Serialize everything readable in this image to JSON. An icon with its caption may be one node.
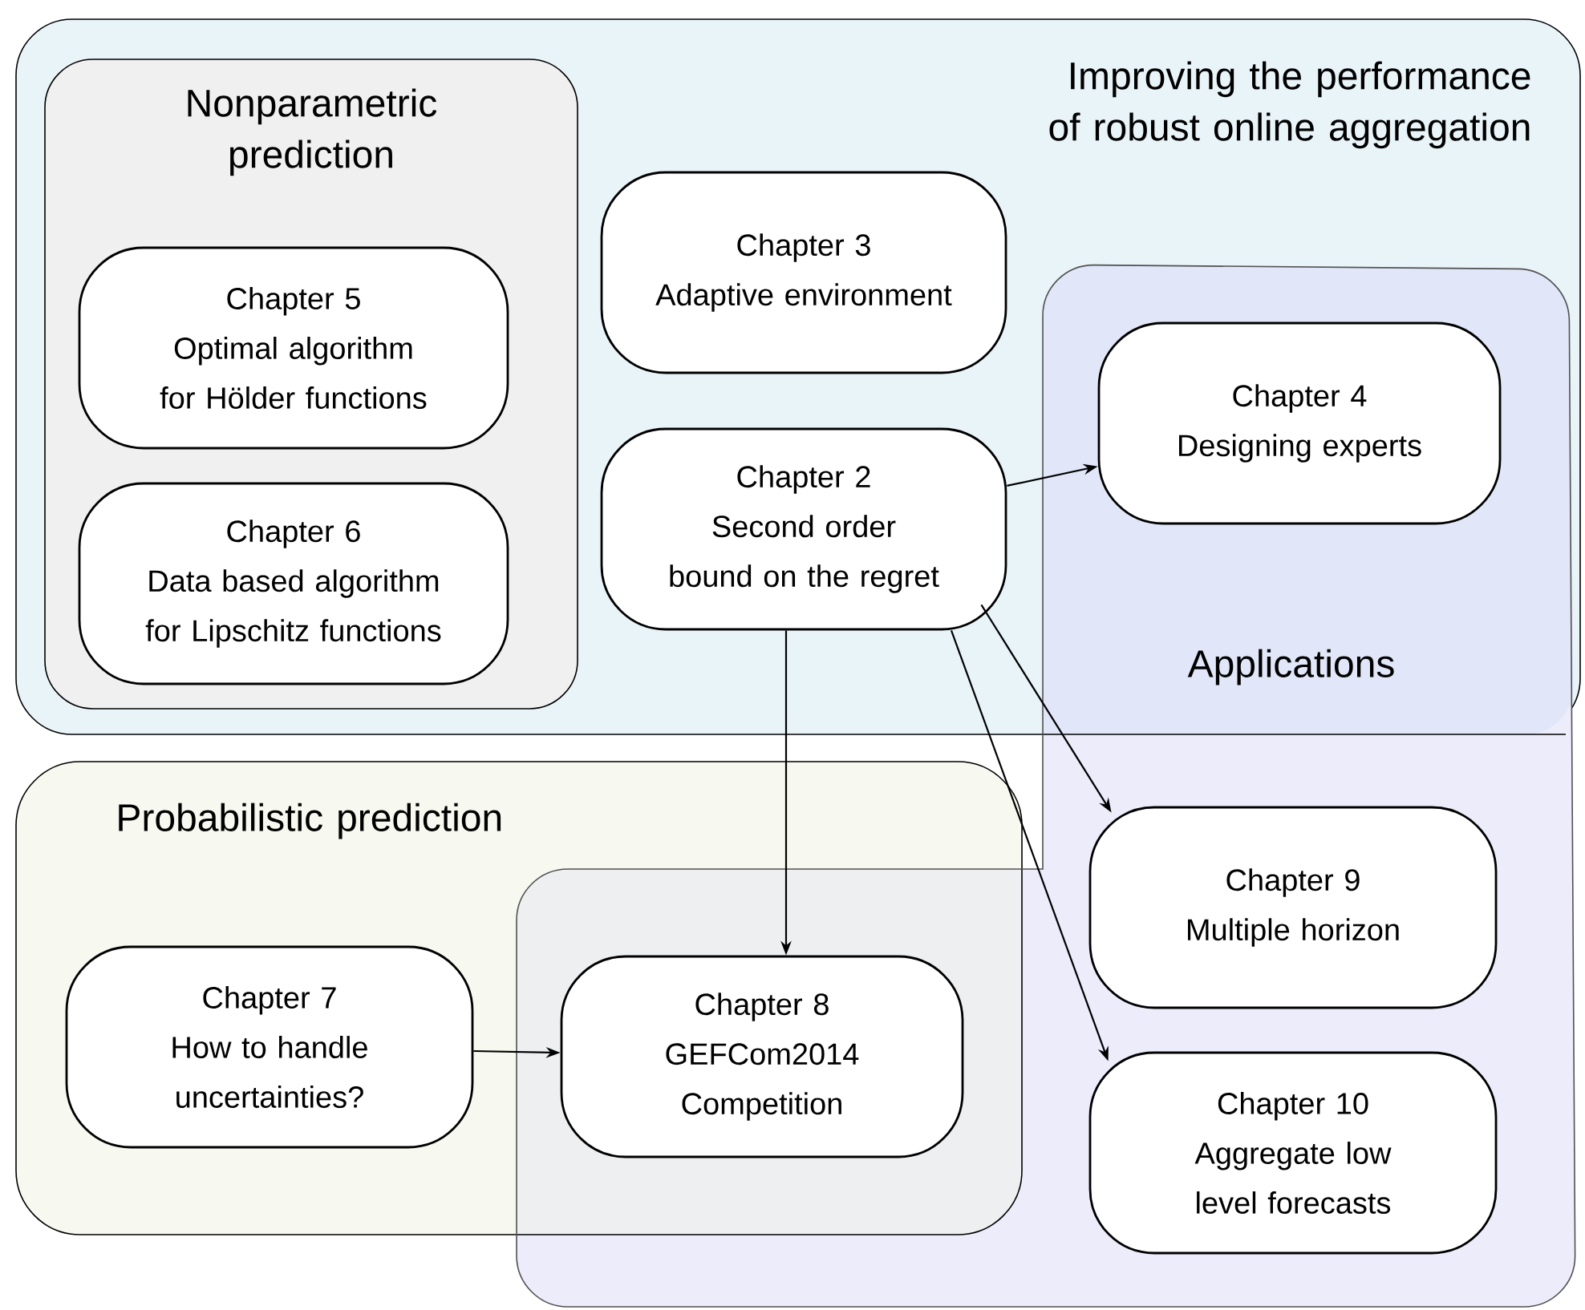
{
  "diagram": {
    "nodes": [
      {
        "text": [
          "Improving the performance of robust online aggregation"
        ]
      },
      {
        "text": [
          "Nonparametric prediction"
        ],
        "in": 0
      },
      {
        "text": [
          "Chapter 5",
          "Optimal algorithm for Hölder functions"
        ],
        "in": 1
      },
      {
        "text": [
          "Chapter 6",
          "Data based algorithm for Lipschitz functions"
        ],
        "in": 1
      },
      {
        "text": [
          "Chapter 3",
          "Adaptive environment"
        ],
        "in": 0
      },
      {
        "text": [
          "Chapter 2",
          "Second order bound on the regret"
        ],
        "in": 0
      },
      {
        "text": [
          "Applications"
        ]
      },
      {
        "text": [
          "Chapter 4",
          "Designing experts"
        ]
      },
      {
        "text": [
          "Probabilistic prediction"
        ]
      },
      {
        "text": [
          "Chapter 7",
          "How to handle uncertainties?"
        ],
        "in": 8
      },
      {
        "text": [
          "Chapter 8",
          "GEFCom2014 Competition"
        ]
      },
      {
        "text": [
          "Chapter 9",
          "Multiple horizon"
        ],
        "in": 6
      },
      {
        "text": [
          "Chapter 10",
          "Aggregate low level forecasts"
        ],
        "in": 6
      }
    ],
    "edges": [
      {
        "from": 5,
        "to": 7,
        "arrow": "to"
      },
      {
        "from": 5,
        "to": 10,
        "arrow": "to"
      },
      {
        "from": 5,
        "to": 11,
        "arrow": "to"
      },
      {
        "from": 5,
        "to": 12,
        "arrow": "to"
      },
      {
        "from": 9,
        "to": 10,
        "arrow": "to"
      }
    ]
  }
}
